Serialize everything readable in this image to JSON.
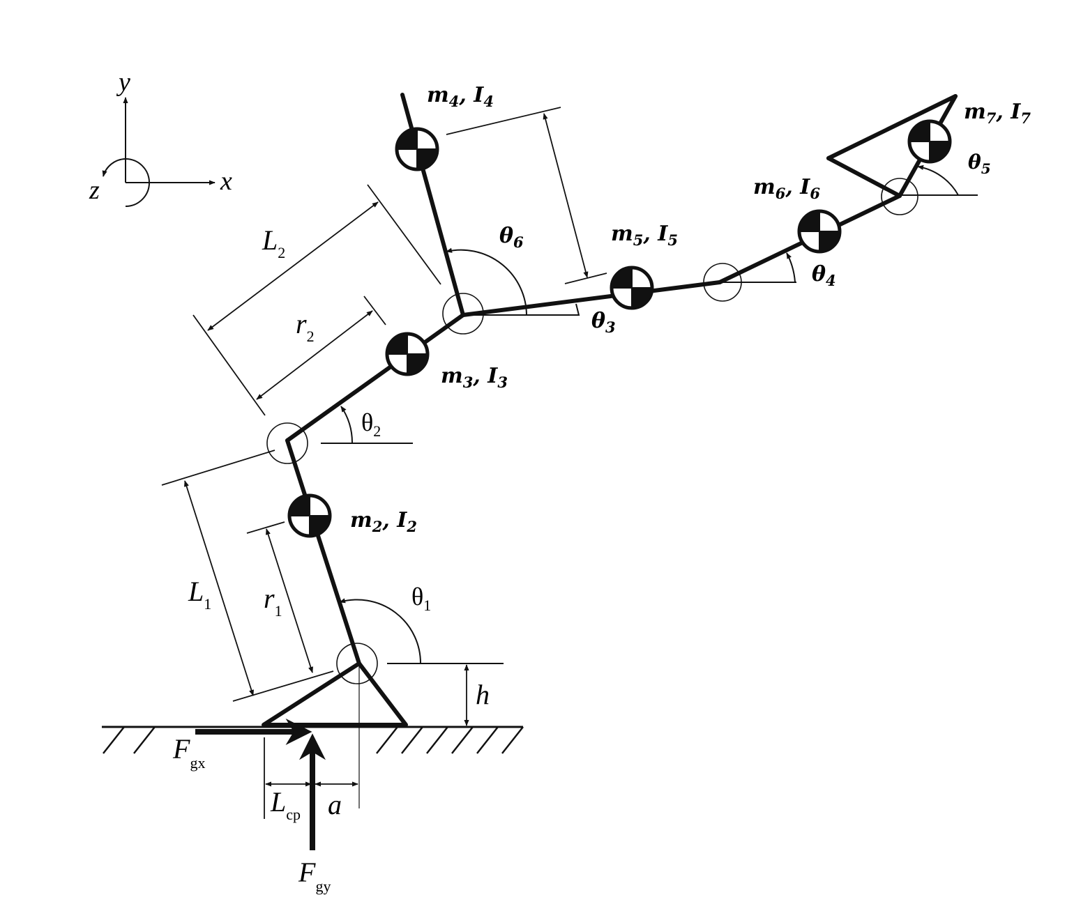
{
  "colors": {
    "ink": "#111111",
    "background": "#ffffff"
  },
  "axes": {
    "x": "x",
    "y": "y",
    "z": "z"
  },
  "masses": {
    "seg2": {
      "m": "m",
      "m_sub": "2",
      "I": "I",
      "I_sub": "2"
    },
    "seg3": {
      "m": "m",
      "m_sub": "3",
      "I": "I",
      "I_sub": "3"
    },
    "seg4": {
      "m": "m",
      "m_sub": "4",
      "I": "I",
      "I_sub": "4"
    },
    "seg5": {
      "m": "m",
      "m_sub": "5",
      "I": "I",
      "I_sub": "5"
    },
    "seg6": {
      "m": "m",
      "m_sub": "6",
      "I": "I",
      "I_sub": "6"
    },
    "seg7": {
      "m": "m",
      "m_sub": "7",
      "I": "I",
      "I_sub": "7"
    }
  },
  "angles": {
    "t1": {
      "sym": "θ",
      "sub": "1"
    },
    "t2": {
      "sym": "θ",
      "sub": "2"
    },
    "t3": {
      "sym": "θ",
      "sub": "3"
    },
    "t4": {
      "sym": "θ",
      "sub": "4"
    },
    "t5": {
      "sym": "θ",
      "sub": "5"
    },
    "t6": {
      "sym": "θ",
      "sub": "6"
    }
  },
  "lengths": {
    "L1": {
      "sym": "L",
      "sub": "1"
    },
    "r1": {
      "sym": "r",
      "sub": "1"
    },
    "L2": {
      "sym": "L",
      "sub": "2"
    },
    "r2": {
      "sym": "r",
      "sub": "2"
    },
    "h": {
      "sym": "h"
    },
    "Lcp": {
      "sym": "L",
      "sub": "cp"
    },
    "a": {
      "sym": "a"
    }
  },
  "forces": {
    "Fgx": {
      "sym": "F",
      "sub": "gx"
    },
    "Fgy": {
      "sym": "F",
      "sub": "gy"
    }
  }
}
